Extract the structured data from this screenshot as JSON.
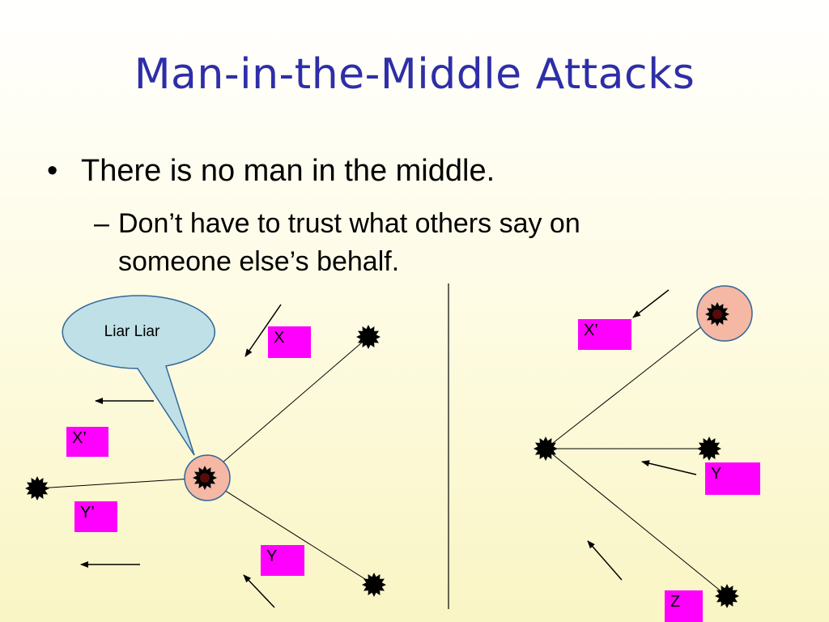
{
  "slide": {
    "title": "Man-in-the-Middle Attacks",
    "bullet": "There is no man in the middle.",
    "sub_bullet_line1": "Don’t have to trust what others say on",
    "sub_bullet_line2": "someone else’s behalf.",
    "bullet_marker": "•",
    "sub_marker": "–"
  },
  "diagram": {
    "speech_bubble": "Liar Liar",
    "left_labels": {
      "x": "X",
      "x_prime": "X’",
      "y_prime": "Y’",
      "y": "Y"
    },
    "right_labels": {
      "x_prime": "X’",
      "y": "Y",
      "z": "Z"
    },
    "colors": {
      "label_bg": "#ff00ff",
      "bubble_fill": "#bfe0e6",
      "highlight_fill": "#f4b8a4",
      "title": "#2e2ea8",
      "node": "#000000",
      "node_center": "#5a0a0a"
    }
  }
}
